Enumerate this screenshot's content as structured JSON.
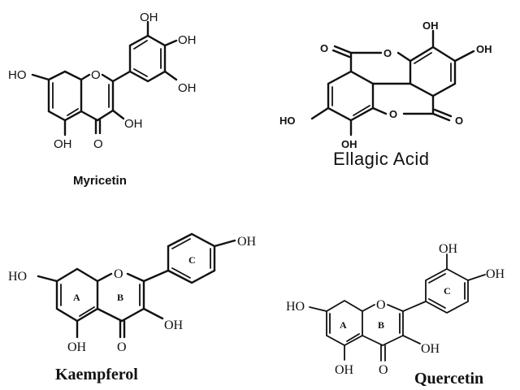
{
  "molecules": {
    "myricetin": {
      "name": "Myricetin",
      "atoms": {
        "oh_top": "OH",
        "oh_mid": "OH",
        "oh_low": "OH",
        "ho_left": "HO",
        "o_ring": "O",
        "oh_c3": "OH",
        "oh_bottom": "OH",
        "o_carbonyl": "O"
      }
    },
    "ellagic_acid": {
      "name": "Ellagic Acid",
      "atoms": {
        "oh_top": "OH",
        "oh_right": "OH",
        "o_left": "O",
        "o_ring_top": "O",
        "ho_left": "HO",
        "oh_bottom": "OH",
        "o_ring_bottom": "O",
        "o_right": "O"
      }
    },
    "kaempferol": {
      "name": "Kaempferol",
      "atoms": {
        "oh_top": "OH",
        "ho_left": "HO",
        "o_ring": "O",
        "oh_c3": "OH",
        "oh_bottom": "OH",
        "o_carbonyl": "O"
      },
      "ring_labels": {
        "a": "A",
        "b": "B",
        "c": "C"
      }
    },
    "quercetin": {
      "name": "Quercetin",
      "atoms": {
        "oh_top": "OH",
        "oh_right": "OH",
        "ho_left": "HO",
        "o_ring": "O",
        "oh_c3": "OH",
        "oh_bottom": "OH",
        "o_carbonyl": "O"
      },
      "ring_labels": {
        "a": "A",
        "b": "B",
        "c": "C"
      }
    }
  }
}
